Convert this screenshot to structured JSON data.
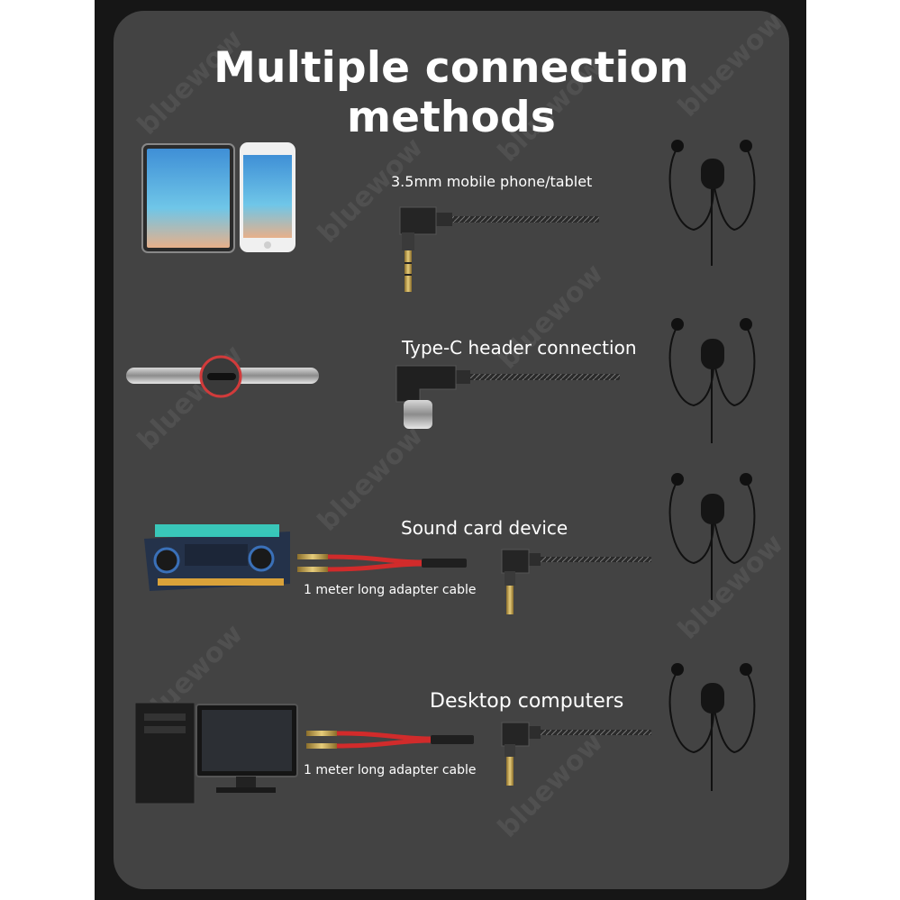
{
  "title": "Multiple connection methods",
  "watermark": "bluewow",
  "methods": [
    {
      "label": "3.5mm mobile phone/tablet",
      "device_icon": "phone-tablet-icon",
      "plug_icon": "3-5mm-angle-plug-icon"
    },
    {
      "label": "Type-C header connection",
      "device_icon": "usb-c-phone-icon",
      "plug_icon": "usb-c-angle-plug-icon"
    },
    {
      "label": "Sound card device",
      "device_icon": "sound-card-icon",
      "plug_icon": "3-5mm-angle-plug-icon",
      "cable_label": "1 meter long adapter cable"
    },
    {
      "label": "Desktop computers",
      "device_icon": "desktop-computer-icon",
      "plug_icon": "3-5mm-angle-plug-icon",
      "cable_label": "1 meter long adapter cable"
    }
  ],
  "colors": {
    "background": "#434343",
    "frame": "#161616",
    "text": "#ffffff",
    "adapter_cable": "#d12b2b",
    "gold_plug": "#c9a64a"
  }
}
